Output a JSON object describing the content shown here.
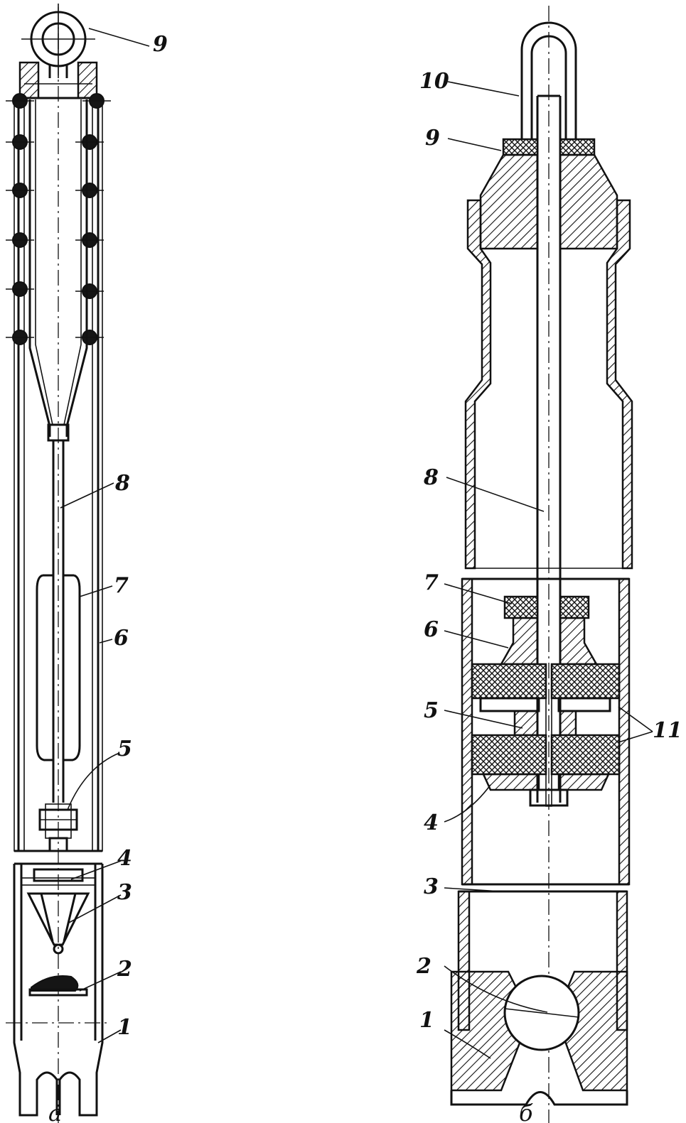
{
  "figure_a": {
    "caption": "a",
    "labels": {
      "l1": "1",
      "l2": "2",
      "l3": "3",
      "l4": "4",
      "l5": "5",
      "l6": "6",
      "l7": "7",
      "l8": "8",
      "l9": "9"
    }
  },
  "figure_b": {
    "caption": "б",
    "labels": {
      "l1": "1",
      "l2": "2",
      "l3": "3",
      "l4": "4",
      "l5": "5",
      "l6": "6",
      "l7": "7",
      "l8": "8",
      "l9": "9",
      "l10": "10",
      "l11": "11"
    }
  }
}
